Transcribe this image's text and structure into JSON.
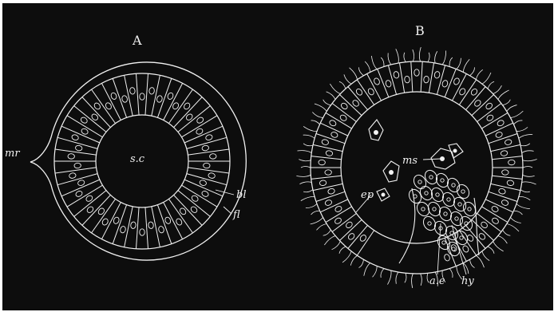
{
  "figure": {
    "panels": [
      {
        "id": "A",
        "heading": "A",
        "cell_count": 46
      },
      {
        "id": "B",
        "heading": "B",
        "cell_count": 58
      }
    ],
    "labels": {
      "mr": "mr",
      "sc": "s.c",
      "bl": "bl",
      "fl": "fl",
      "ms": "ms",
      "ep": "ep",
      "ae": "a.e",
      "hy": "hy"
    },
    "colors": {
      "background": "#0d0d0d",
      "ink": "#f2f2f2",
      "page": "#ffffff"
    }
  }
}
